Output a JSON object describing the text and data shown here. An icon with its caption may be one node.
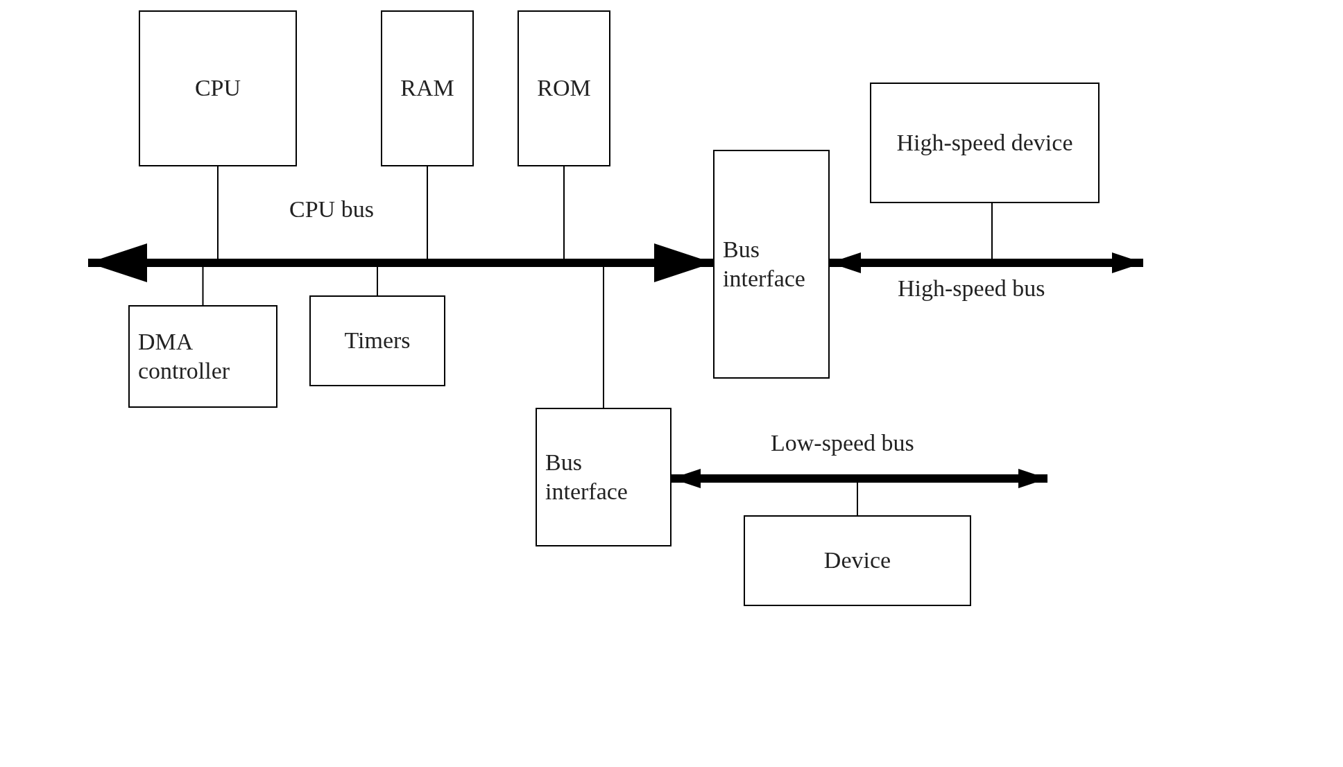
{
  "diagram": {
    "nodes": [
      {
        "text": [
          "CPU"
        ]
      },
      {
        "text": [
          "RAM"
        ]
      },
      {
        "text": [
          "ROM"
        ]
      },
      {
        "text": [
          "High-speed device"
        ]
      },
      {
        "text": [
          "Bus interface"
        ]
      },
      {
        "text": [
          "DMA controller"
        ]
      },
      {
        "text": [
          "Timers"
        ]
      },
      {
        "text": [
          "Bus interface"
        ]
      },
      {
        "text": [
          "Device"
        ]
      },
      {
        "text": [],
        "shape": "bar",
        "beside": [
          "CPU bus"
        ]
      },
      {
        "text": [],
        "shape": "bar",
        "beside": [
          "High-speed bus"
        ]
      },
      {
        "text": [],
        "shape": "bar",
        "beside": [
          "Low-speed bus"
        ]
      }
    ],
    "edges": [
      {
        "from": 0,
        "to": 9,
        "arrow": "none"
      },
      {
        "from": 1,
        "to": 9,
        "arrow": "none"
      },
      {
        "from": 2,
        "to": 9,
        "arrow": "none"
      },
      {
        "from": 9,
        "to": 5,
        "arrow": "none"
      },
      {
        "from": 9,
        "to": 6,
        "arrow": "none"
      },
      {
        "from": 9,
        "to": 7,
        "arrow": "none"
      },
      {
        "from": 9,
        "to": 4,
        "arrow": "to",
        "style": "thick"
      },
      {
        "from": 9,
        "to": null,
        "arrow": "to",
        "style": "thick"
      },
      {
        "from": 3,
        "to": 10,
        "arrow": "none"
      },
      {
        "from": 10,
        "to": 4,
        "arrow": "to",
        "style": "thick"
      },
      {
        "from": 10,
        "to": null,
        "arrow": "to",
        "style": "thick"
      },
      {
        "from": 11,
        "to": 7,
        "arrow": "to",
        "style": "thick"
      },
      {
        "from": 11,
        "to": null,
        "arrow": "to",
        "style": "thick"
      },
      {
        "from": 11,
        "to": 8,
        "arrow": "none"
      }
    ]
  }
}
